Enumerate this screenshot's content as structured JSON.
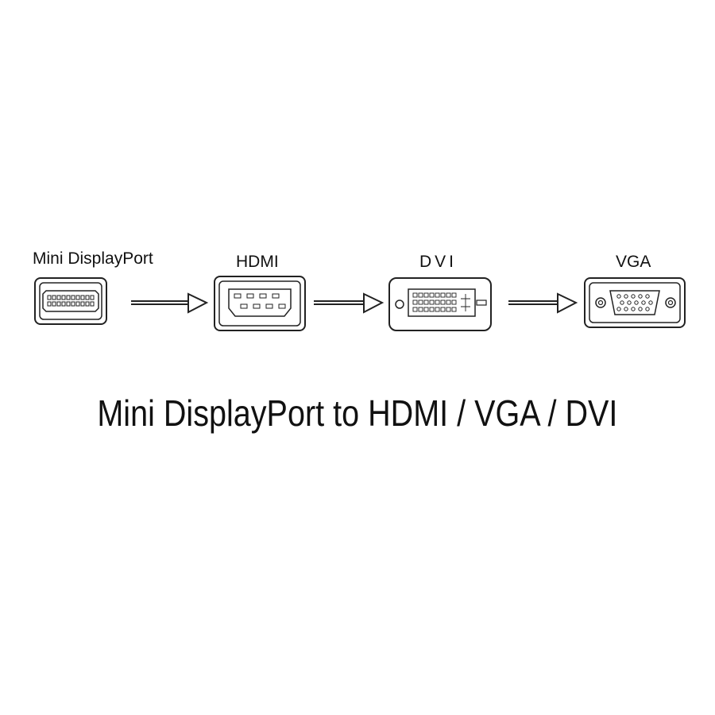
{
  "labels": {
    "mini_displayport": "Mini DisplayPort",
    "hdmi": "HDMI",
    "dvi": "DVI",
    "vga": "VGA"
  },
  "title": "Mini DisplayPort to HDMI / VGA / DVI",
  "colors": {
    "stroke": "#222222",
    "background": "#ffffff"
  }
}
